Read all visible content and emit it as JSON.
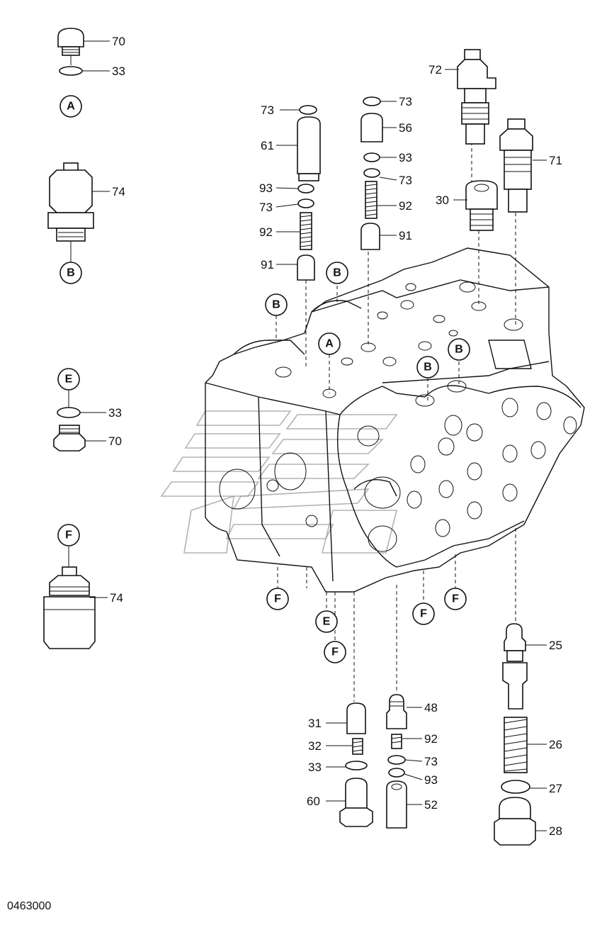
{
  "drawing_code": "0463000",
  "connectors": [
    "A",
    "B",
    "B",
    "B",
    "B",
    "B",
    "B",
    "A",
    "E",
    "E",
    "F",
    "F",
    "F",
    "F",
    "F",
    "F"
  ],
  "callouts": [
    "70",
    "33",
    "74",
    "33",
    "70",
    "74",
    "73",
    "61",
    "93",
    "73",
    "92",
    "91",
    "73",
    "56",
    "93",
    "73",
    "92",
    "91",
    "72",
    "71",
    "30",
    "25",
    "26",
    "27",
    "28",
    "31",
    "32",
    "33",
    "60",
    "48",
    "92",
    "73",
    "93",
    "52"
  ],
  "colors": {
    "line": "#111111",
    "background": "#ffffff",
    "watermark": "#999999"
  }
}
